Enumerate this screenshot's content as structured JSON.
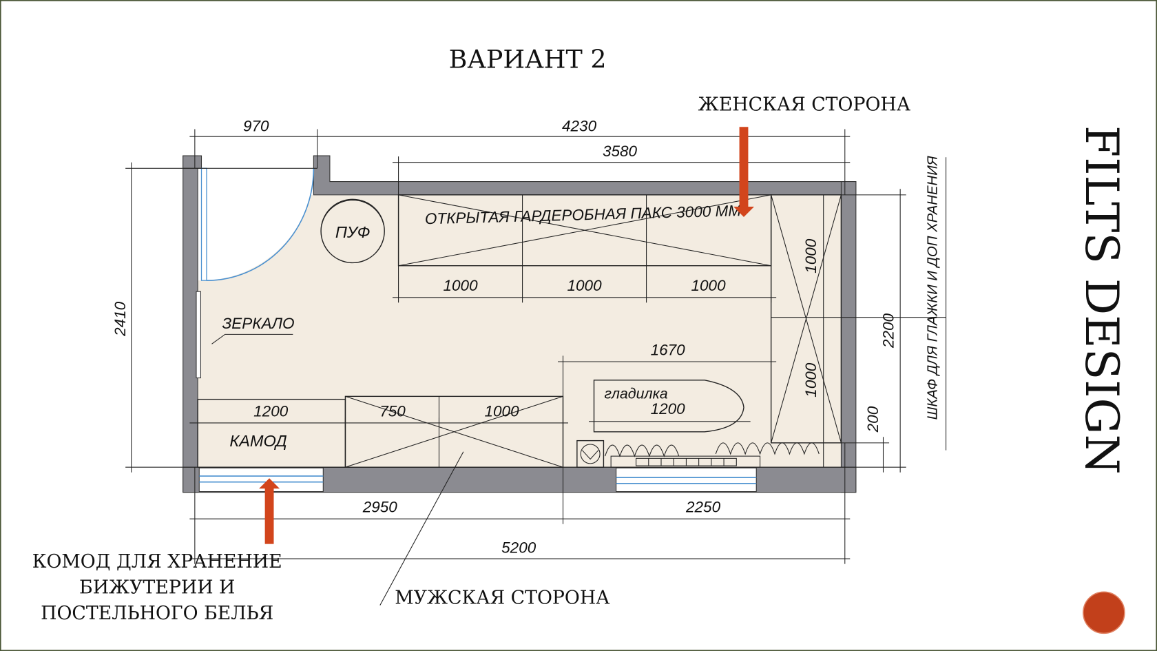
{
  "slide": {
    "title": "ВАРИАНТ 2",
    "brand": "FILTS  DESIGN",
    "accent_color": "#d2451c",
    "border_color": "#4a5636"
  },
  "callouts": {
    "female_side": "ЖЕНСКАЯ СТОРОНА",
    "male_side": "МУЖСКАЯ СТОРОНА",
    "dresser_note": [
      "КОМОД ДЛЯ ХРАНЕНИЕ",
      "БИЖУТЕРИИ И",
      "ПОСТЕЛЬНОГО БЕЛЬЯ"
    ]
  },
  "plan": {
    "labels": {
      "wardrobe": "ОТКРЫТАЯ ГАРДЕРОБНАЯ ПАКС 3000 ММ",
      "pouf": "ПУФ",
      "mirror": "ЗЕРКАЛО",
      "dresser": "КАМОД",
      "ironing_board": "гладилка",
      "ironing_cabinet": "ШКАФ ДЛЯ ГЛАЖКИ И ДОП ХРАНЕНИЯ"
    },
    "dimensions": {
      "door_width": "970",
      "top_wall": "4230",
      "wardrobe_total": "3580",
      "wardrobe_sections": [
        "1000",
        "1000",
        "1000"
      ],
      "ironing_zone": "1670",
      "ironing_board": "1200",
      "dresser": "1200",
      "cabinet_a": "750",
      "cabinet_b": "1000",
      "bottom_left": "2950",
      "bottom_right": "2250",
      "total_length": "5200",
      "room_width": "2410",
      "right_cabinet_total": "2200",
      "right_cabinet_sections": [
        "1000",
        "1000"
      ],
      "right_gap": "200"
    }
  }
}
